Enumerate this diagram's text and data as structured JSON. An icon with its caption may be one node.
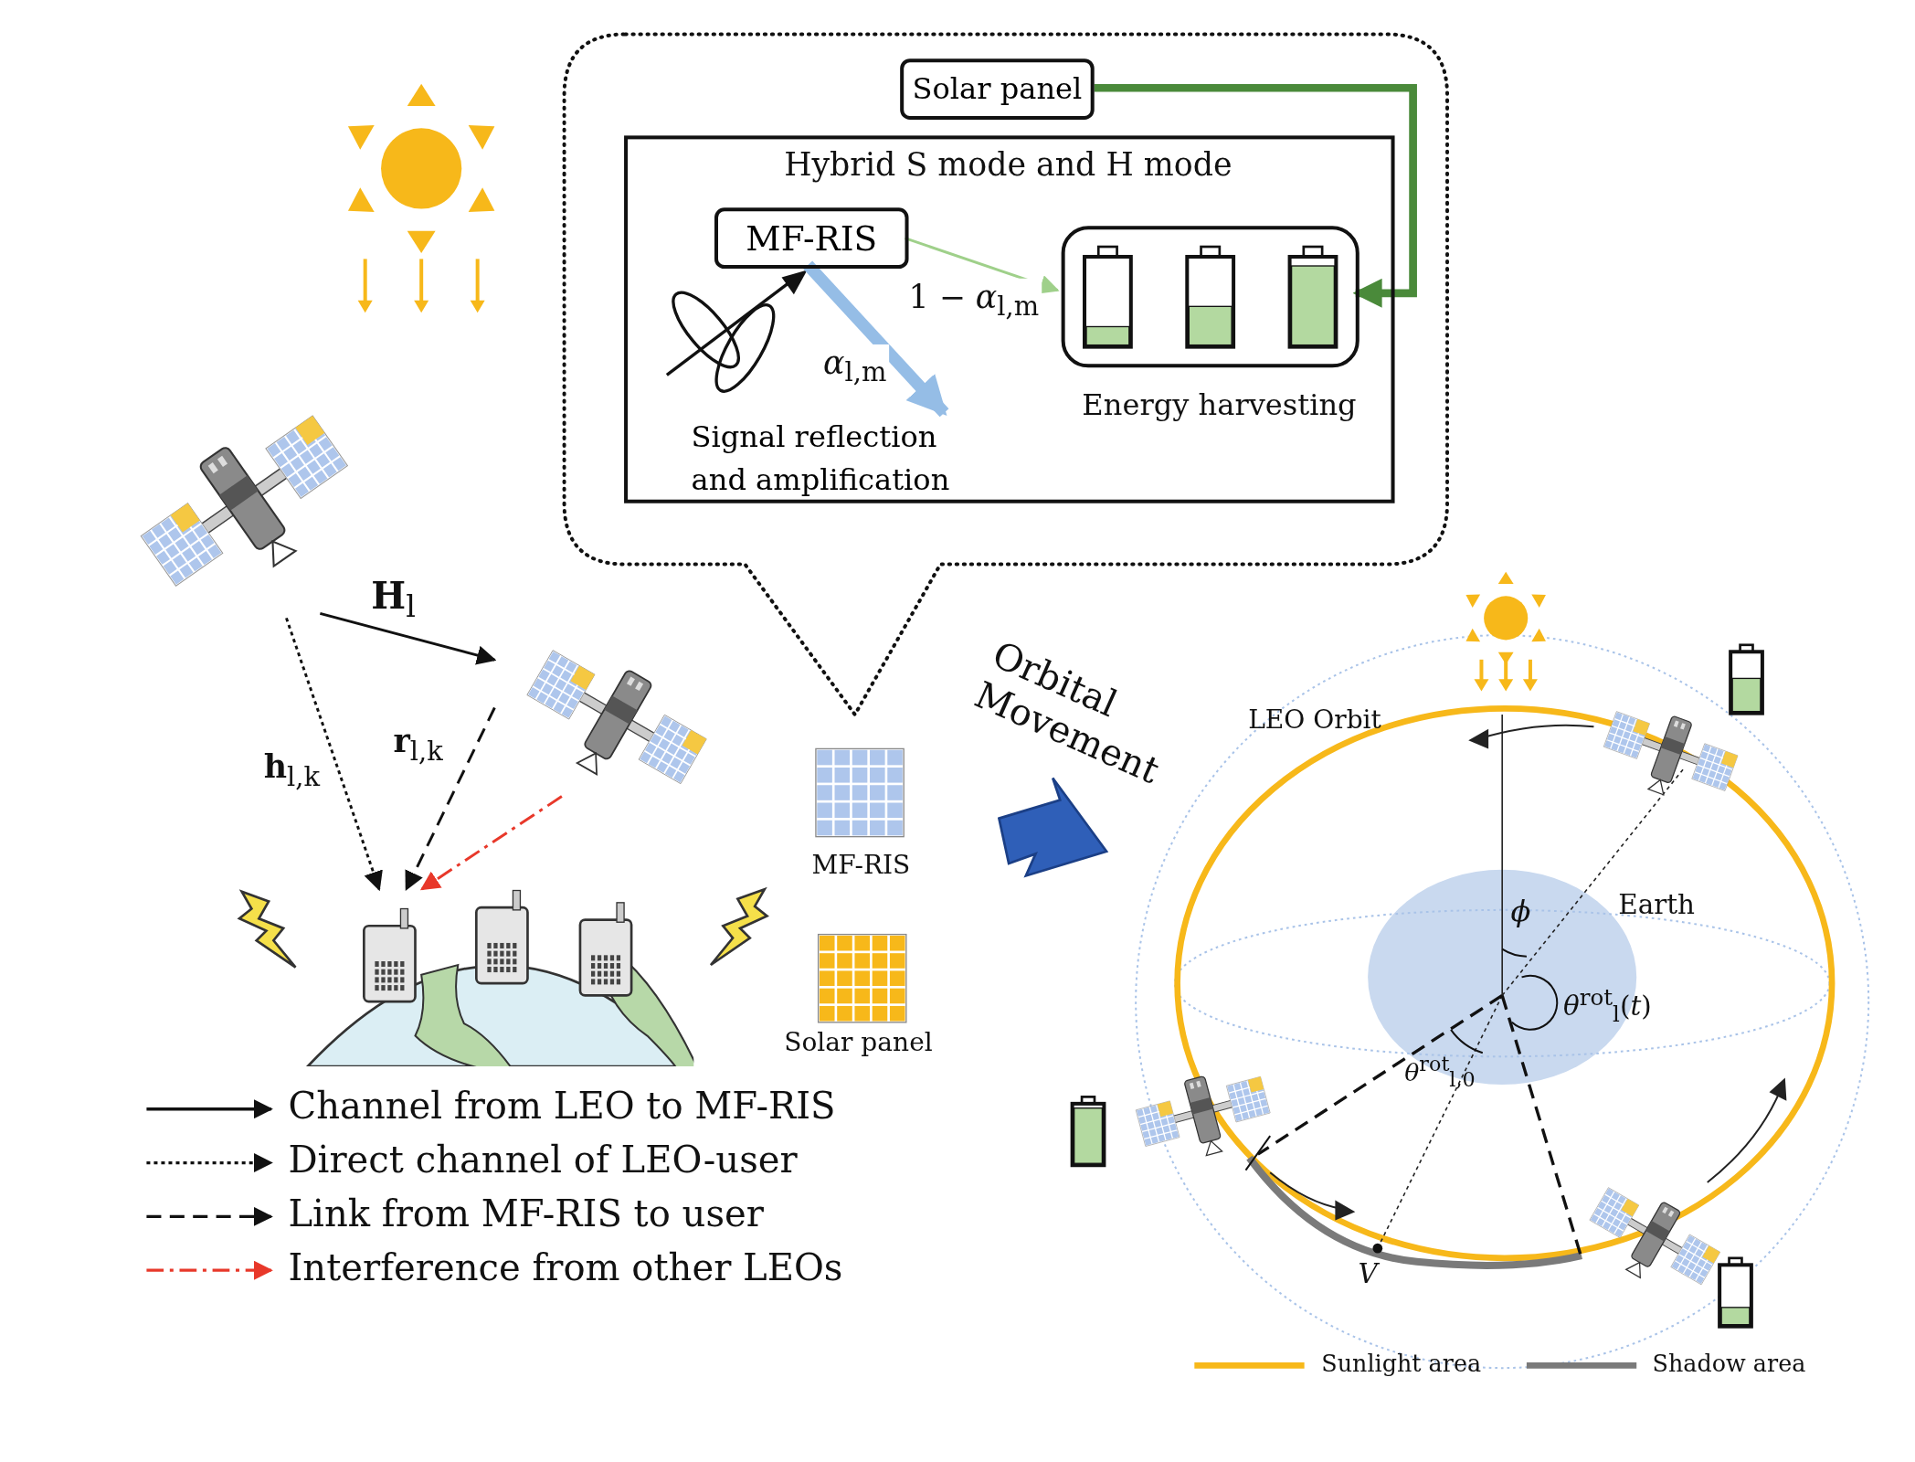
{
  "diagram": {
    "nodes": [
      {
        "text": [],
        "shape": "callout"
      },
      {
        "text": [
          "Solar panel"
        ],
        "in": 0
      },
      {
        "text": [
          "Hybrid S mode and H mode"
        ],
        "in": 0
      },
      {
        "text": [
          "MF-RIS"
        ],
        "in": 2
      },
      {
        "text": [
          "Signal reflection and amplification"
        ],
        "in": 2
      },
      {
        "text": [
          "Energy harvesting"
        ],
        "in": 2
      },
      {
        "text": [],
        "shape": "picture"
      },
      {
        "text": [],
        "shape": "picture"
      },
      {
        "text": [],
        "shape": "picture"
      }
    ],
    "edges": [
      {
        "from": 1,
        "to": 5,
        "arrow": "to",
        "style": "thick",
        "color": "#4a8a3a"
      },
      {
        "from": 3,
        "to": 5,
        "arrow": "to",
        "label": "1 − *α*$_{l,m}$",
        "color": "#9fd08a"
      },
      {
        "from": 3,
        "to": 4,
        "arrow": "to",
        "label": "*α*$_{l,m}$",
        "style": "thick",
        "color": "#95bde6"
      },
      {
        "from": 6,
        "to": 7,
        "arrow": "to",
        "label": "**H**$_{l}$"
      },
      {
        "from": 6,
        "to": 8,
        "arrow": "to",
        "label": "**h**$_{l,k}$",
        "style": "dashed"
      },
      {
        "from": 7,
        "to": 8,
        "arrow": "to",
        "label": "**r**$_{l,k}$",
        "style": "dashed"
      },
      {
        "from": null,
        "to": 8,
        "arrow": "to",
        "style": "dashed",
        "color": "#e8382a"
      }
    ],
    "labels": [
      "Orbital Movement",
      "LEO Orbit",
      "Earth",
      "*ϕ*",
      "*θ*$^{rot}$$_{l}$(*t*)",
      "*θ*$^{rot}$$_{l,0}$",
      "*V*"
    ],
    "legend": [
      {
        "text": "Channel from LEO to MF-RIS"
      },
      {
        "text": "Direct channel of LEO-user"
      },
      {
        "text": "Link from MF-RIS to user"
      },
      {
        "text": "Interference from other LEOs"
      },
      {
        "text": "MF-RIS"
      },
      {
        "text": "Solar panel"
      },
      {
        "text": "Sunlight area"
      },
      {
        "text": "Shadow area"
      }
    ]
  }
}
